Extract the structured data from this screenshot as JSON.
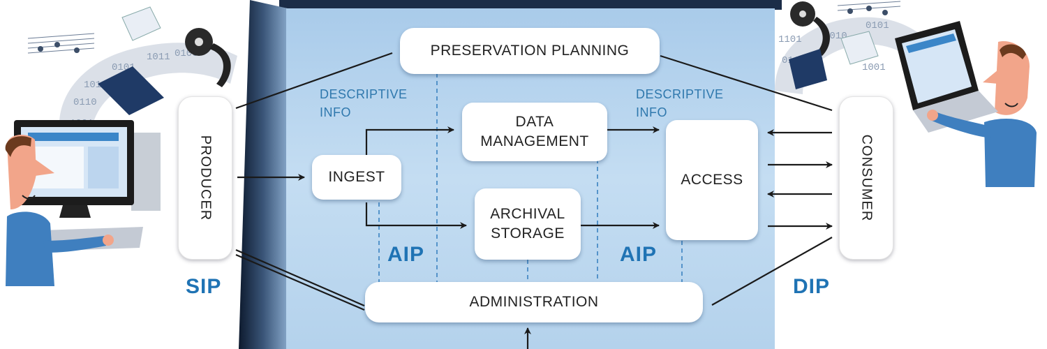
{
  "diagram": {
    "boxes": {
      "preservation_planning": "PRESERVATION PLANNING",
      "data_management": "DATA\nMANAGEMENT",
      "ingest": "INGEST",
      "archival_storage": "ARCHIVAL\nSTORAGE",
      "access": "ACCESS",
      "administration": "ADMINISTRATION",
      "producer": "PRODUCER",
      "consumer": "CONSUMER"
    },
    "annotations": {
      "descriptive_info_left": "DESCRIPTIVE\nINFO",
      "descriptive_info_right": "DESCRIPTIVE\nINFO"
    },
    "packages": {
      "sip": "SIP",
      "aip_left": "AIP",
      "aip_right": "AIP",
      "dip": "DIP"
    }
  },
  "colors": {
    "panel": "#b9d6ee",
    "annotation": "#2f78ad",
    "package_label": "#1f73b4",
    "arrow": "#1a1a1a"
  }
}
